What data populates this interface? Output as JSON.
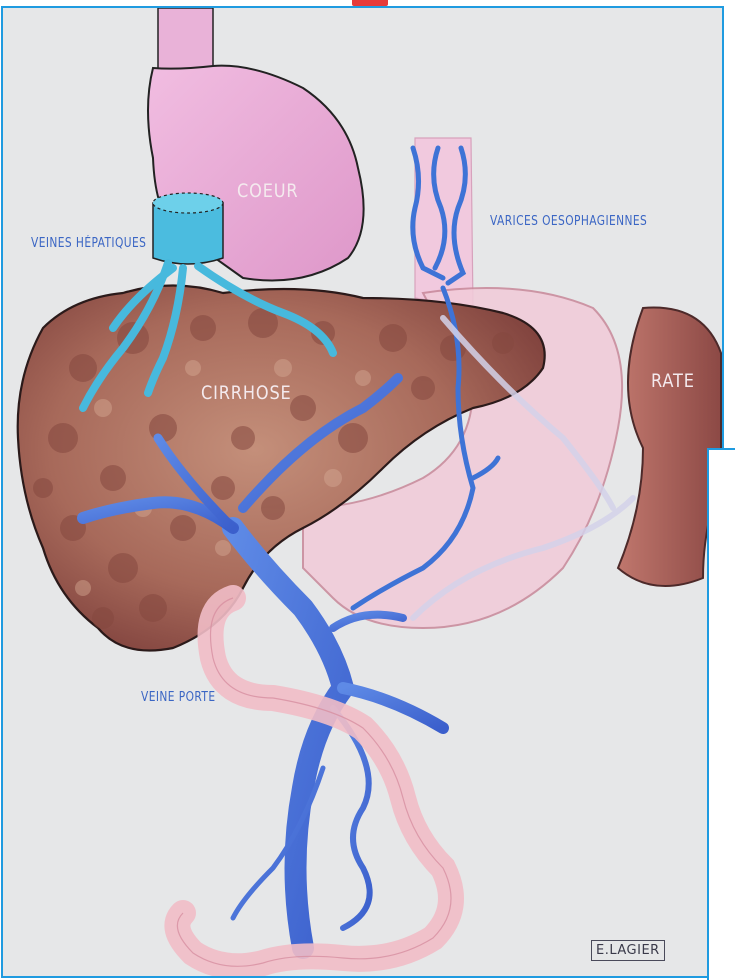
{
  "labels": {
    "heart": "COEUR",
    "hepatic_veins": "VEINES HÉPATIQUES",
    "esophageal_varices": "VARICES OESOPHAGIENNES",
    "cirrhosis": "CIRRHOSE",
    "spleen": "RATE",
    "portal_vein": "VEINE PORTE"
  },
  "signature": "E.LAGIER",
  "colors": {
    "frame_border": "#1f9be0",
    "background": "#e6e7e8",
    "vein_blue": "#3e73d6",
    "hepatic_cyan": "#47b9dd",
    "liver_brown": "#a86a58",
    "heart_pink": "#e7a9d3",
    "spleen_brown": "#a45c54",
    "intestine_pink": "#f3c3cc",
    "label_blue": "#3b66c4"
  }
}
